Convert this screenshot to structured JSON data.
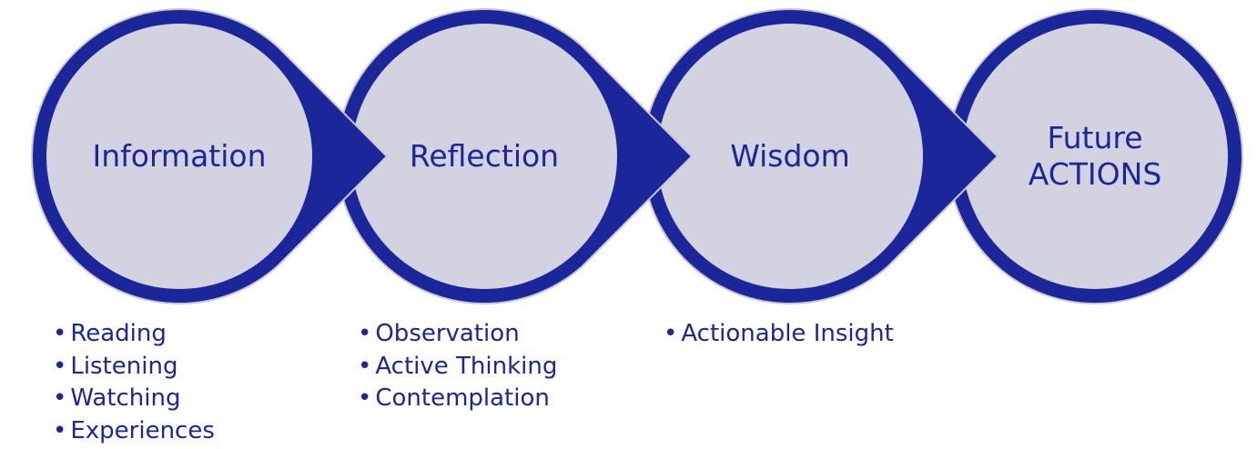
{
  "colors": {
    "ring": "#1a2699",
    "fill": "#d2d2e0",
    "outline": "#c9c9d6",
    "text": "#1a2699"
  },
  "stages": [
    {
      "title": "Information",
      "bullets": [
        "Reading",
        "Listening",
        "Watching",
        "Experiences"
      ]
    },
    {
      "title": "Reflection",
      "bullets": [
        "Observation",
        "Active Thinking",
        "Contemplation"
      ]
    },
    {
      "title": "Wisdom",
      "bullets": [
        "Actionable Insight"
      ]
    },
    {
      "title_lines": [
        "Future",
        "ACTIONS"
      ],
      "bullets": []
    }
  ]
}
